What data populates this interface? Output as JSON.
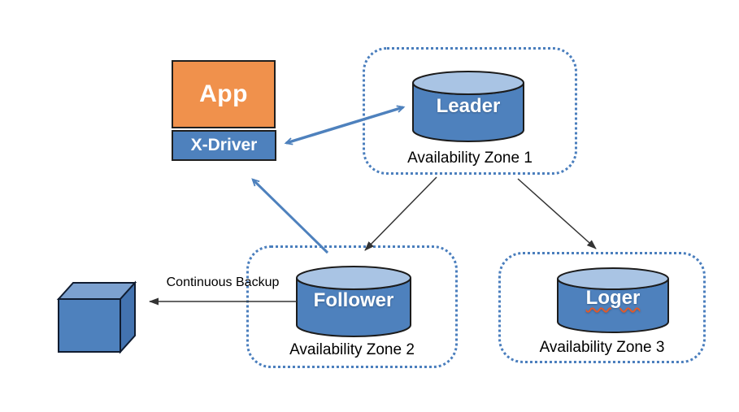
{
  "diagram": {
    "app_box": {
      "label": "App"
    },
    "x_driver_box": {
      "label": "X-Driver"
    },
    "zones": [
      {
        "label": "Availability Zone 1",
        "node_label": "Leader"
      },
      {
        "label": "Availability Zone 2",
        "node_label": "Follower"
      },
      {
        "label": "Availability Zone 3",
        "node_label": "Loger",
        "spellcheck_underline": true
      }
    ],
    "backup": {
      "label": "Continuous Backup"
    },
    "colors": {
      "primary_blue": "#4E81BD",
      "cylinder_top_blue": "#A9C4E4",
      "orange": "#F0914C",
      "zone_border_blue": "#4A7EBD",
      "arrow_blue": "#4E81BD",
      "arrow_black": "#333333",
      "spellcheck_red": "#E05A2B"
    }
  }
}
